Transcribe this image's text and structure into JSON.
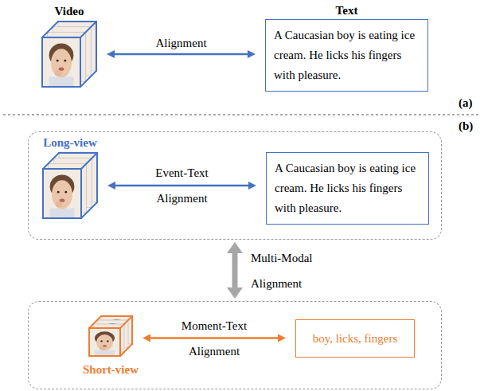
{
  "diagram": {
    "nodes": [
      {
        "text": [
          "Video"
        ]
      },
      {
        "text": [
          "Text",
          "A Caucasian boy is eating ice cream. He licks his fingers with pleasure."
        ]
      },
      {
        "text": []
      },
      {
        "text": [
          "Long-view"
        ],
        "in": 2
      },
      {
        "text": [
          "A Caucasian boy is eating ice cream. He licks his fingers with pleasure."
        ],
        "in": 2
      },
      {
        "text": []
      },
      {
        "text": [
          "Short-view"
        ],
        "in": 5
      },
      {
        "text": [
          "boy, licks, fingers"
        ],
        "in": 5
      }
    ],
    "edges": [
      {
        "from": 0,
        "to": 1,
        "arrow": "both",
        "label": "Alignment"
      },
      {
        "from": 3,
        "to": 4,
        "arrow": "both",
        "label": "Event-Text Alignment"
      },
      {
        "from": 2,
        "to": 5,
        "arrow": "both",
        "label": "Multi-Modal Alignment"
      },
      {
        "from": 6,
        "to": 7,
        "arrow": "both",
        "label": "Moment-Text Alignment"
      }
    ],
    "labels": [
      "(a)",
      "(b)"
    ]
  }
}
